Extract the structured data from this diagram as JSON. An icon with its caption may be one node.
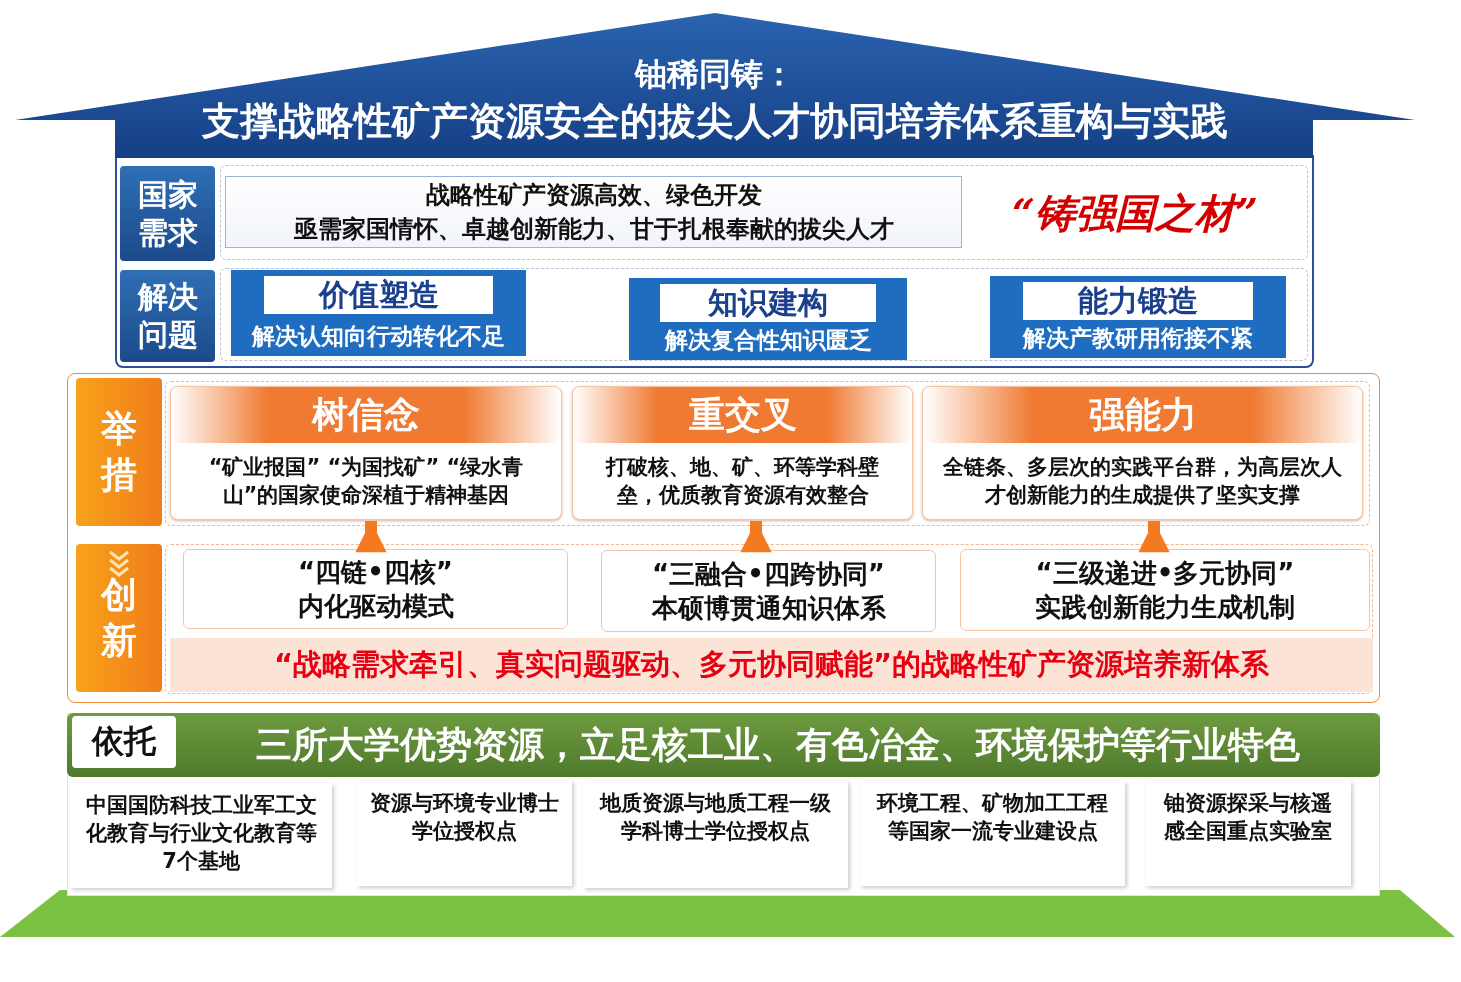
{
  "diagram": {
    "nodes": [
      {
        "text": [
          "铀稀同铸：",
          "支撑战略性矿产资源安全的拔尖人才协同培养体系重构与实践"
        ]
      },
      {
        "text": [
          "国家需求"
        ]
      },
      {
        "text": [
          "战略性矿产资源高效、绿色开发",
          "亟需家国情怀、卓越创新能力、甘于扎根奉献的拔尖人才"
        ]
      },
      {
        "text": [
          "解决问题"
        ]
      },
      {
        "text": [
          "价值塑造",
          "解决认知向行动转化不足"
        ]
      },
      {
        "text": [
          "知识建构",
          "解决复合性知识匮乏"
        ]
      },
      {
        "text": [
          "能力锻造",
          "解决产教研用衔接不紧"
        ]
      },
      {
        "text": [
          "举措"
        ]
      },
      {
        "text": [
          "树信念",
          "“矿业报国” “为国找矿” “绿水青山”的国家使命深植于精神基因"
        ]
      },
      {
        "text": [
          "重交叉",
          "打破核、地、矿、环等学科壁垒，优质教育资源有效整合"
        ]
      },
      {
        "text": [
          "强能力",
          "全链条、多层次的实践平台群，为高层次人才创新能力的生成提供了坚实支撑"
        ]
      },
      {
        "text": [
          "创新"
        ]
      },
      {
        "text": [
          "“四链•四核”",
          "内化驱动模式"
        ]
      },
      {
        "text": [
          "“三融合•四跨协同”",
          "本硕博贯通知识体系"
        ]
      },
      {
        "text": [
          "“三级递进•多元协同”",
          "实践创新能力生成机制"
        ]
      },
      {
        "text": [
          "“战略需求牵引、真实问题驱动、多元协同赋能”的战略性矿产资源培养新体系"
        ]
      },
      {
        "text": [
          "依托"
        ]
      },
      {
        "text": [
          "三所大学优势资源，立足核工业、有色冶金、环境保护等行业特色"
        ]
      },
      {
        "text": [
          "中国国防科技工业军工文化教育与行业文化教育等 7个基地"
        ]
      },
      {
        "text": [
          "资源与环境专业博士学位授权点"
        ]
      },
      {
        "text": [
          "地质资源与地质工程一级学科博士学位授权点"
        ]
      },
      {
        "text": [
          "环境工程、矿物加工工程等国家一流专业建设点"
        ]
      },
      {
        "text": [
          "铀资源探采与核遥感全国重点实验室"
        ]
      }
    ],
    "edges": [
      {
        "from": 12,
        "to": 8,
        "arrow": "to"
      },
      {
        "from": 13,
        "to": 9,
        "arrow": "to"
      },
      {
        "from": 14,
        "to": 10,
        "arrow": "to"
      }
    ],
    "labels": [
      "“铸强国之材”"
    ]
  }
}
